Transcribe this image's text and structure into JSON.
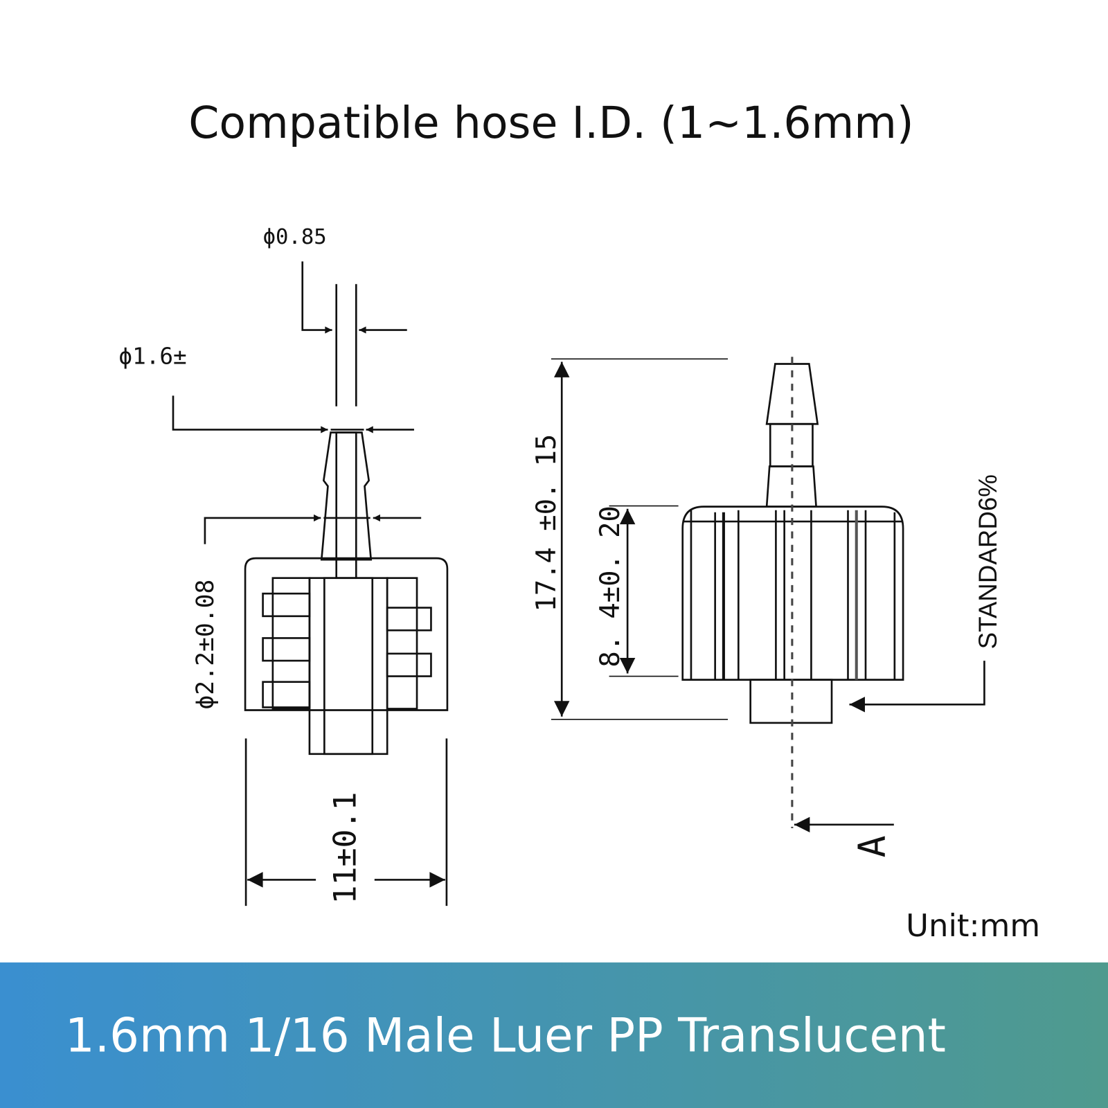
{
  "title": "Compatible hose I.D. (1~1.6mm)",
  "section_view": {
    "bore_dim": "ϕ0.85",
    "tip_dim": "ϕ1.6±",
    "barb_dim": "ϕ2.2±0.08",
    "width_dim": "11±0.1"
  },
  "side_view": {
    "height_dim": "17.4 ±0. 15",
    "cap_dim": "8. 4±0. 20",
    "taper_note": "STANDARD6%",
    "section_label": "A"
  },
  "unit_label": "Unit:mm",
  "banner": {
    "text": "1.6mm 1/16 Male Luer PP Translucent",
    "color_start": "#3a8fd0",
    "color_end": "#4f9a8e"
  }
}
